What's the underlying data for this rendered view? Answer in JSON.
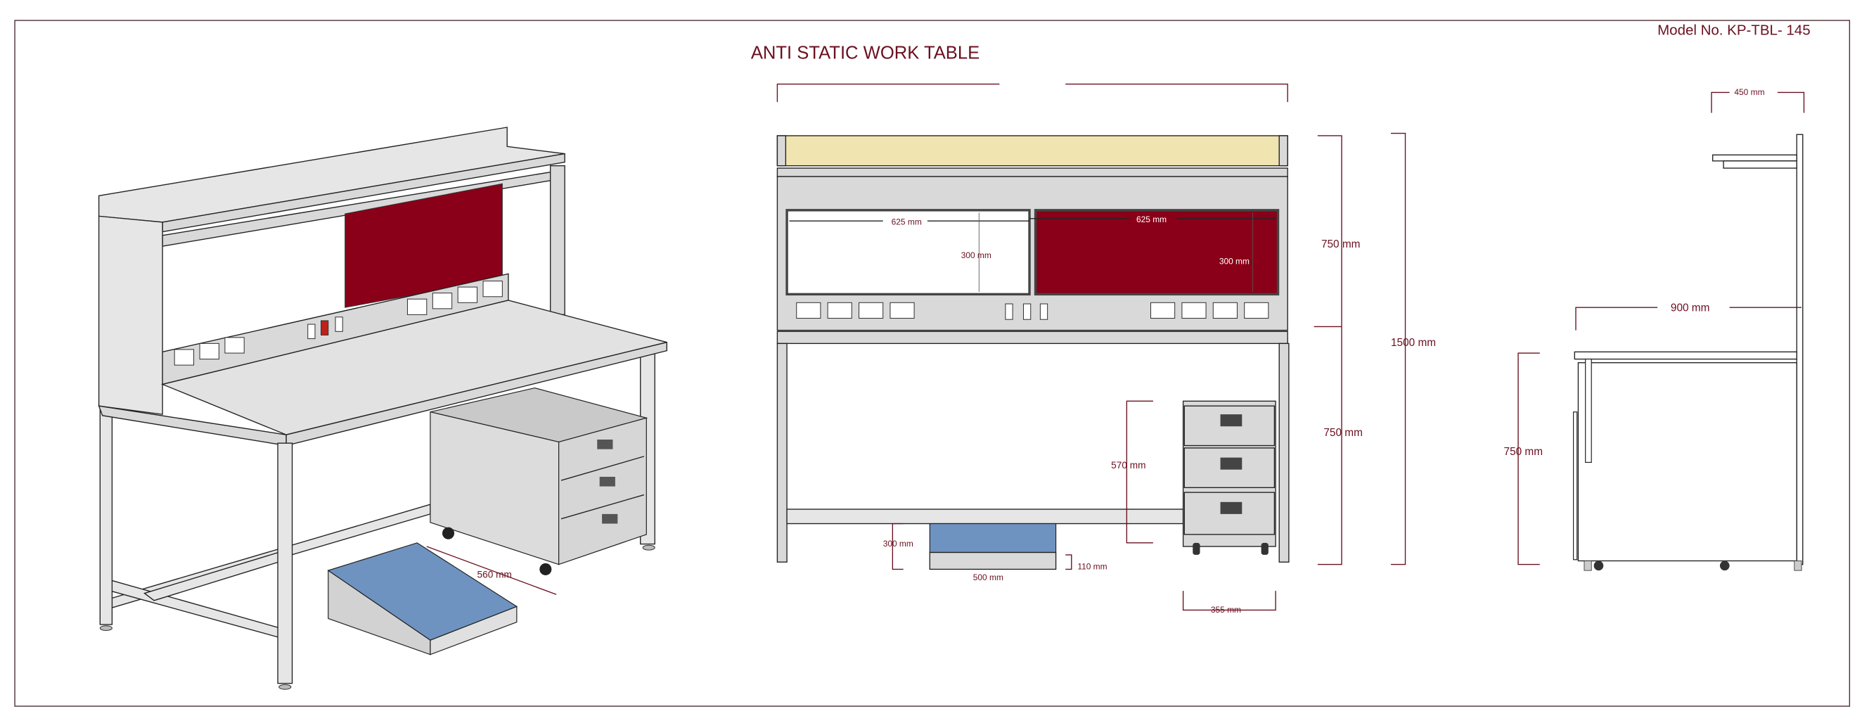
{
  "header": {
    "title": "ANTI STATIC WORK TABLE",
    "model_label": "Model No. KP-TBL-",
    "model_number": "145"
  },
  "isometric_view": {
    "footrest_depth": "560 mm"
  },
  "front_view": {
    "left_panel_width": "625 mm",
    "left_panel_height": "300 mm",
    "right_panel_width": "625 mm",
    "right_panel_height": "300 mm",
    "upper_height": "750 mm",
    "lower_height": "750 mm",
    "total_height": "1500 mm",
    "drawer_height": "570 mm",
    "drawer_width": "355 mm",
    "footrest_height": "300 mm",
    "footrest_width": "500 mm",
    "footrest_base": "110 mm"
  },
  "side_view": {
    "shelf_depth": "450 mm",
    "table_depth": "900 mm",
    "table_height": "750 mm"
  },
  "colors": {
    "dimension": "#6b1020",
    "panel_red": "#8a0018",
    "shelf_cream": "#f0e4b0",
    "footrest_blue": "#6e93c0",
    "frame_grey": "#d9d9d9"
  }
}
